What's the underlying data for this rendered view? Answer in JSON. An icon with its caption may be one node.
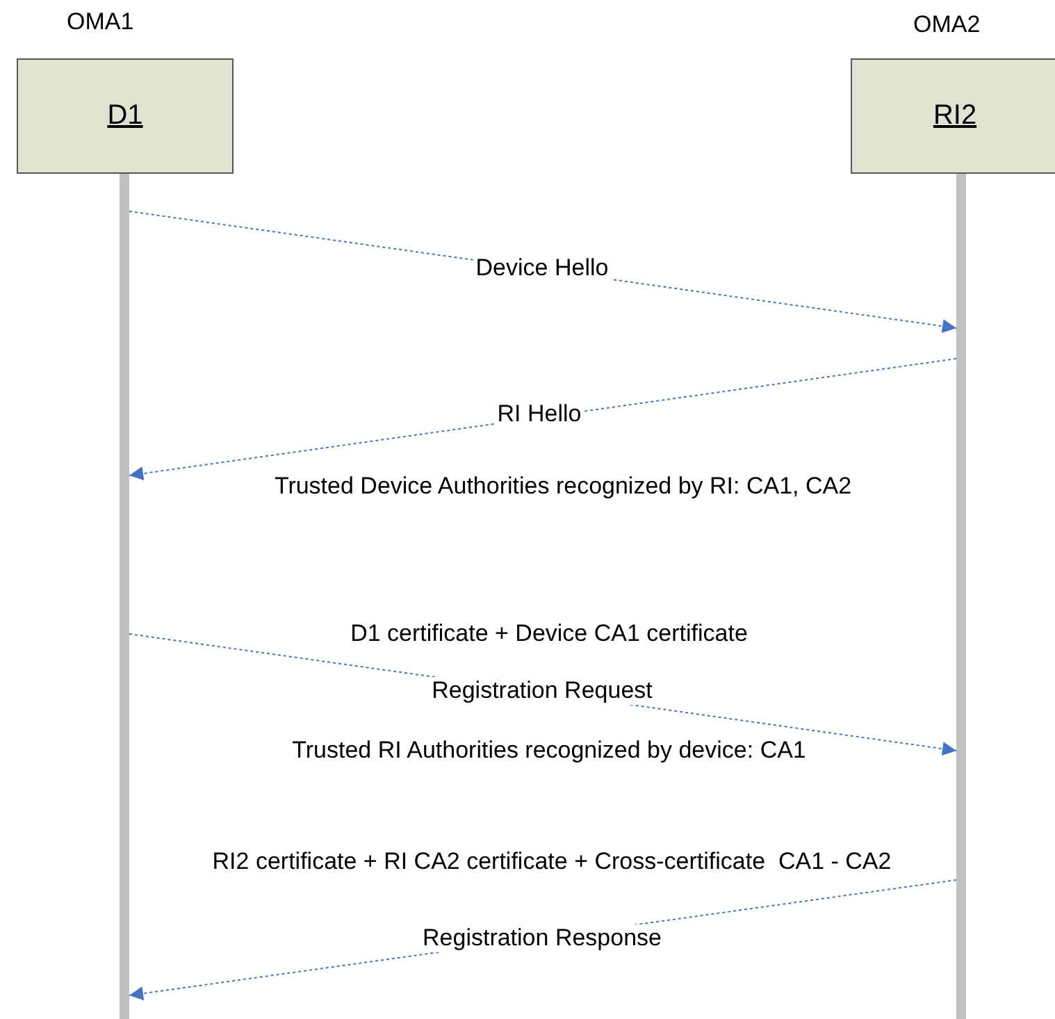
{
  "diagram": {
    "nodes": [
      {
        "text": [
          "D1"
        ],
        "beside": [
          "OMA1"
        ]
      },
      {
        "text": [
          "RI2"
        ],
        "beside": [
          "OMA2"
        ]
      },
      {
        "text": [],
        "shape": "bar"
      },
      {
        "text": [],
        "shape": "bar"
      }
    ],
    "edges": [
      {
        "from": 2,
        "to": 3,
        "arrow": "to",
        "label": "Device Hello",
        "style": "dashed"
      },
      {
        "from": 3,
        "to": 2,
        "arrow": "to",
        "label": "RI Hello",
        "style": "dashed"
      },
      {
        "from": 2,
        "to": 3,
        "arrow": "to",
        "label": "Registration Request",
        "style": "dashed"
      },
      {
        "from": 3,
        "to": 2,
        "arrow": "to",
        "label": "Registration Response",
        "style": "dashed"
      }
    ],
    "labels": [
      "Trusted Device Authorities recognized by RI: CA1, CA2",
      "D1 certificate + Device CA1 certificate",
      "Trusted RI Authorities recognized by device: CA1",
      "RI2 certificate + RI CA2 certificate + Cross-certificate  CA1 - CA2"
    ]
  }
}
